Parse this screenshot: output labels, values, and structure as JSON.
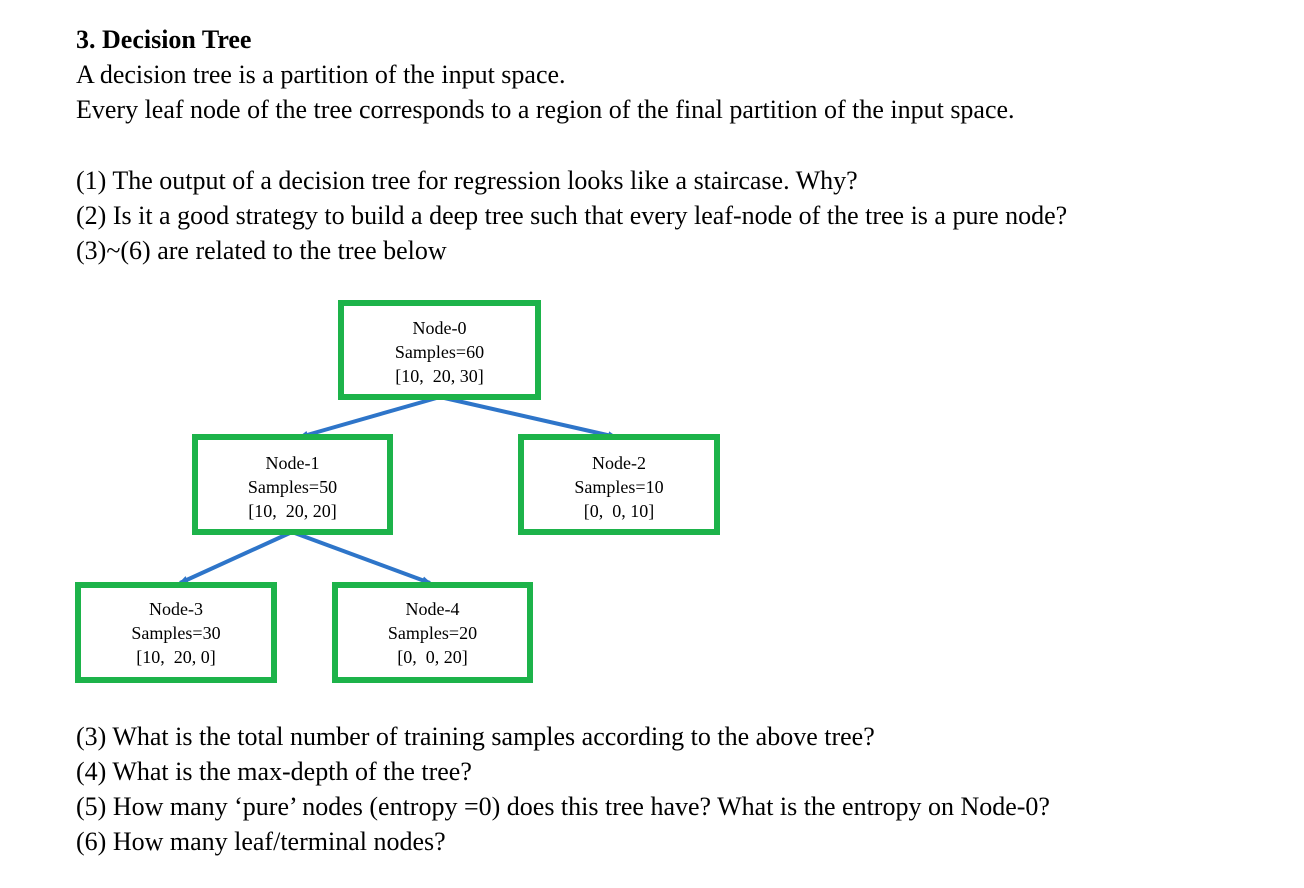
{
  "section_title": "3. Decision Tree",
  "intro": [
    "A decision tree is a partition of the input space.",
    "Every leaf node of the tree corresponds to a region of the final partition of the input space."
  ],
  "questions_top": [
    "(1) The output of a decision tree for regression looks like a staircase. Why?",
    "(2) Is it a good strategy to build a deep tree such that every leaf-node of the tree is a pure node?",
    "(3)~(6) are related to the tree below"
  ],
  "tree": {
    "nodes": [
      {
        "name": "Node-0",
        "samples": "Samples=60",
        "values": "[10,  20, 30]"
      },
      {
        "name": "Node-1",
        "samples": "Samples=50",
        "values": "[10,  20, 20]"
      },
      {
        "name": "Node-2",
        "samples": "Samples=10",
        "values": "[0,  0, 10]"
      },
      {
        "name": "Node-3",
        "samples": "Samples=30",
        "values": "[10,  20, 0]"
      },
      {
        "name": "Node-4",
        "samples": "Samples=20",
        "values": "[0,  0, 20]"
      }
    ],
    "edges": [
      {
        "from": "Node-0",
        "to": "Node-1"
      },
      {
        "from": "Node-0",
        "to": "Node-2"
      },
      {
        "from": "Node-1",
        "to": "Node-3"
      },
      {
        "from": "Node-1",
        "to": "Node-4"
      }
    ],
    "colors": {
      "node_border": "#1db34a",
      "edge": "#2e75c9"
    }
  },
  "questions_bottom": [
    "(3) What is the total number of training samples according to the above tree?",
    "(4) What is the max-depth of the tree?",
    "(5) How many ‘pure’ nodes (entropy =0) does this tree have? What is the entropy on Node-0?",
    "(6) How many leaf/terminal nodes?"
  ]
}
